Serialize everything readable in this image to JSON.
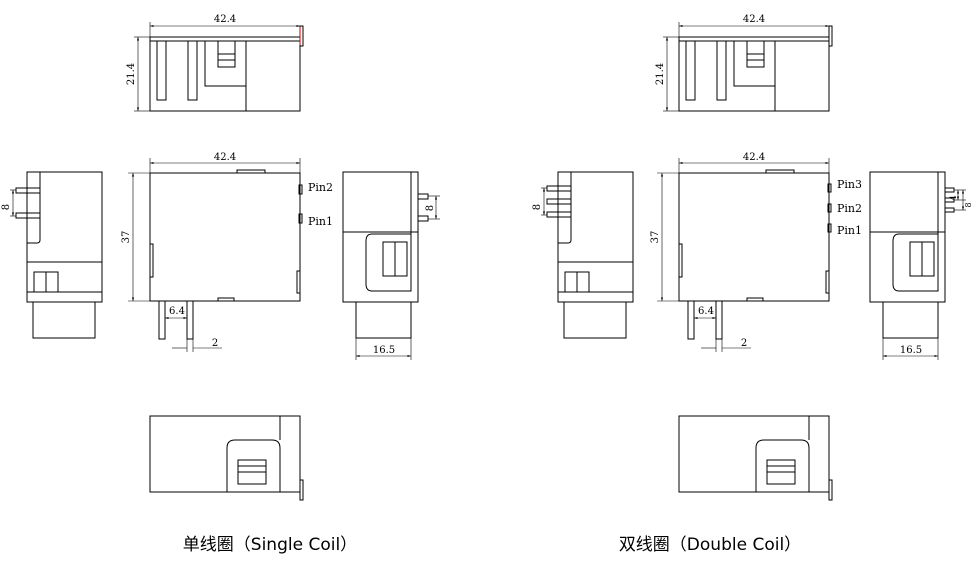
{
  "single": {
    "top_width": "42.4",
    "top_height": "21.4",
    "front_width": "42.4",
    "front_height": "37",
    "side_left_pin_pitch": "8",
    "side_right_pin_pitch": "8",
    "pin_offset": "6.4",
    "pin_width": "2",
    "side_depth": "16.5",
    "pin_top_label": "Pin2",
    "pin_bottom_label": "Pin1",
    "caption": "单线圈（Single Coil）"
  },
  "double": {
    "top_width": "42.4",
    "top_height": "21.4",
    "front_width": "42.4",
    "front_height": "37",
    "side_left_pin_pitch": "8",
    "side_right_pin_pitch_a": "4",
    "side_right_pin_pitch_b": "8",
    "pin_offset": "6.4",
    "pin_width": "2",
    "side_depth": "16.5",
    "pin_labels": [
      "Pin3",
      "Pin2",
      "Pin1"
    ],
    "caption": "双线圈（Double Coil）"
  },
  "colors": {
    "line": "#000000",
    "marker": "#cc0000"
  }
}
